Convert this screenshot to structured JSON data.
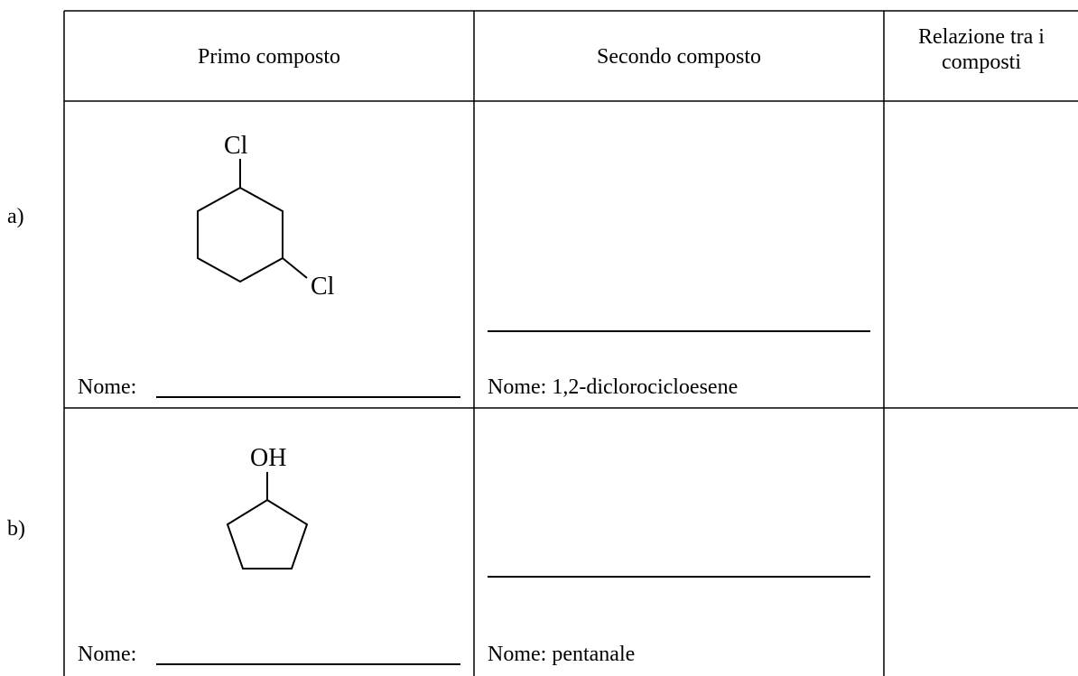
{
  "table": {
    "headers": [
      "Primo composto",
      "Secondo composto",
      "Relazione tra i composti"
    ],
    "rows": [
      {
        "label": "a)",
        "first": {
          "substituent_top": "Cl",
          "substituent_right": "Cl",
          "name_label": "Nome:",
          "name_value": ""
        },
        "second": {
          "answer": "",
          "name": "Nome: 1,2-diclorocicloesene"
        },
        "relation": ""
      },
      {
        "label": "b)",
        "first": {
          "substituent_top": "OH",
          "name_label": "Nome:",
          "name_value": ""
        },
        "second": {
          "answer": "",
          "name": "Nome: pentanale"
        },
        "relation": ""
      }
    ]
  }
}
